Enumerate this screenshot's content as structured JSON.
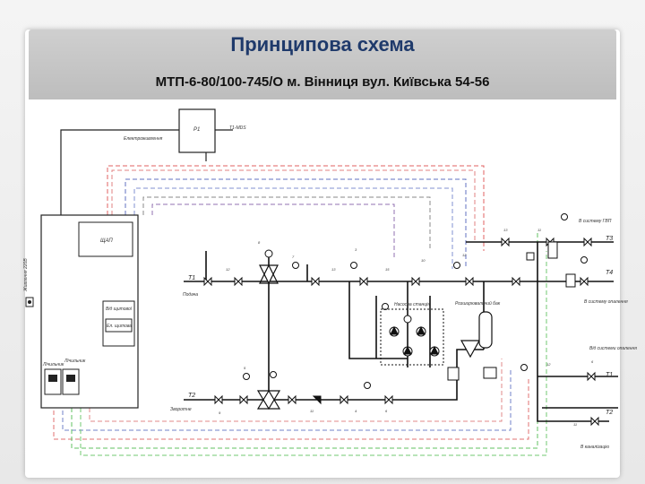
{
  "slide": {
    "title": "Принципова схема",
    "subtitle": "МТП-6-80/100-745/О м. Вінниця вул. Київська 54-56"
  },
  "diagram": {
    "labels": {
      "top_box": "P1",
      "top_box_ref": "T1-MDS",
      "top_line_note": "Електроживлення",
      "controller": "ЩАП",
      "supply_box": "Від щитової",
      "controller_note": "Ел. щитова",
      "pump_station": "Насосна станція",
      "input_supply": "T1",
      "input_return": "T2",
      "input_supply_desc": "Подача",
      "input_return_desc": "Зворотне",
      "out_t3": "T3",
      "out_t4": "T4",
      "out_t1": "T1",
      "out_t2": "T2",
      "out_note_top": "В систему ГВП",
      "out_note_mid": "В систему опалення",
      "out_note_low": "Від системи опалення",
      "out_note_bottom": "В каналізацію",
      "tank": "Розширювальний бак",
      "meter_a": "Лічильник",
      "meter_b": "Лічильник",
      "left_side": "Живлення 220В"
    }
  }
}
